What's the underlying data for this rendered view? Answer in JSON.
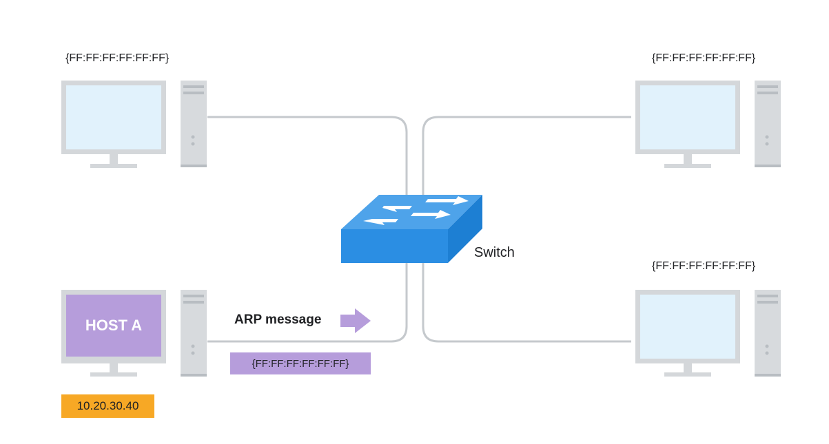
{
  "hosts": {
    "top_left": {
      "mac": "{FF:FF:FF:FF:FF:FF}"
    },
    "top_right": {
      "mac": "{FF:FF:FF:FF:FF:FF}"
    },
    "bottom_right": {
      "mac": "{FF:FF:FF:FF:FF:FF}"
    },
    "host_a": {
      "name": "HOST A",
      "ip": "10.20.30.40"
    }
  },
  "switch": {
    "label": "Switch"
  },
  "arp": {
    "label": "ARP message",
    "mac": "{FF:FF:FF:FF:FF:FF}"
  },
  "colors": {
    "screen": "#e1f2fc",
    "monitor_frame": "#d4d7da",
    "tower": "#d7dadd",
    "cable": "#c5c9cd",
    "switch_top": "#4ea3ea",
    "switch_side": "#2b8ee3",
    "host_a_screen": "#b69ddb",
    "arrow": "#b69ddb",
    "ip_badge": "#f7a825"
  }
}
